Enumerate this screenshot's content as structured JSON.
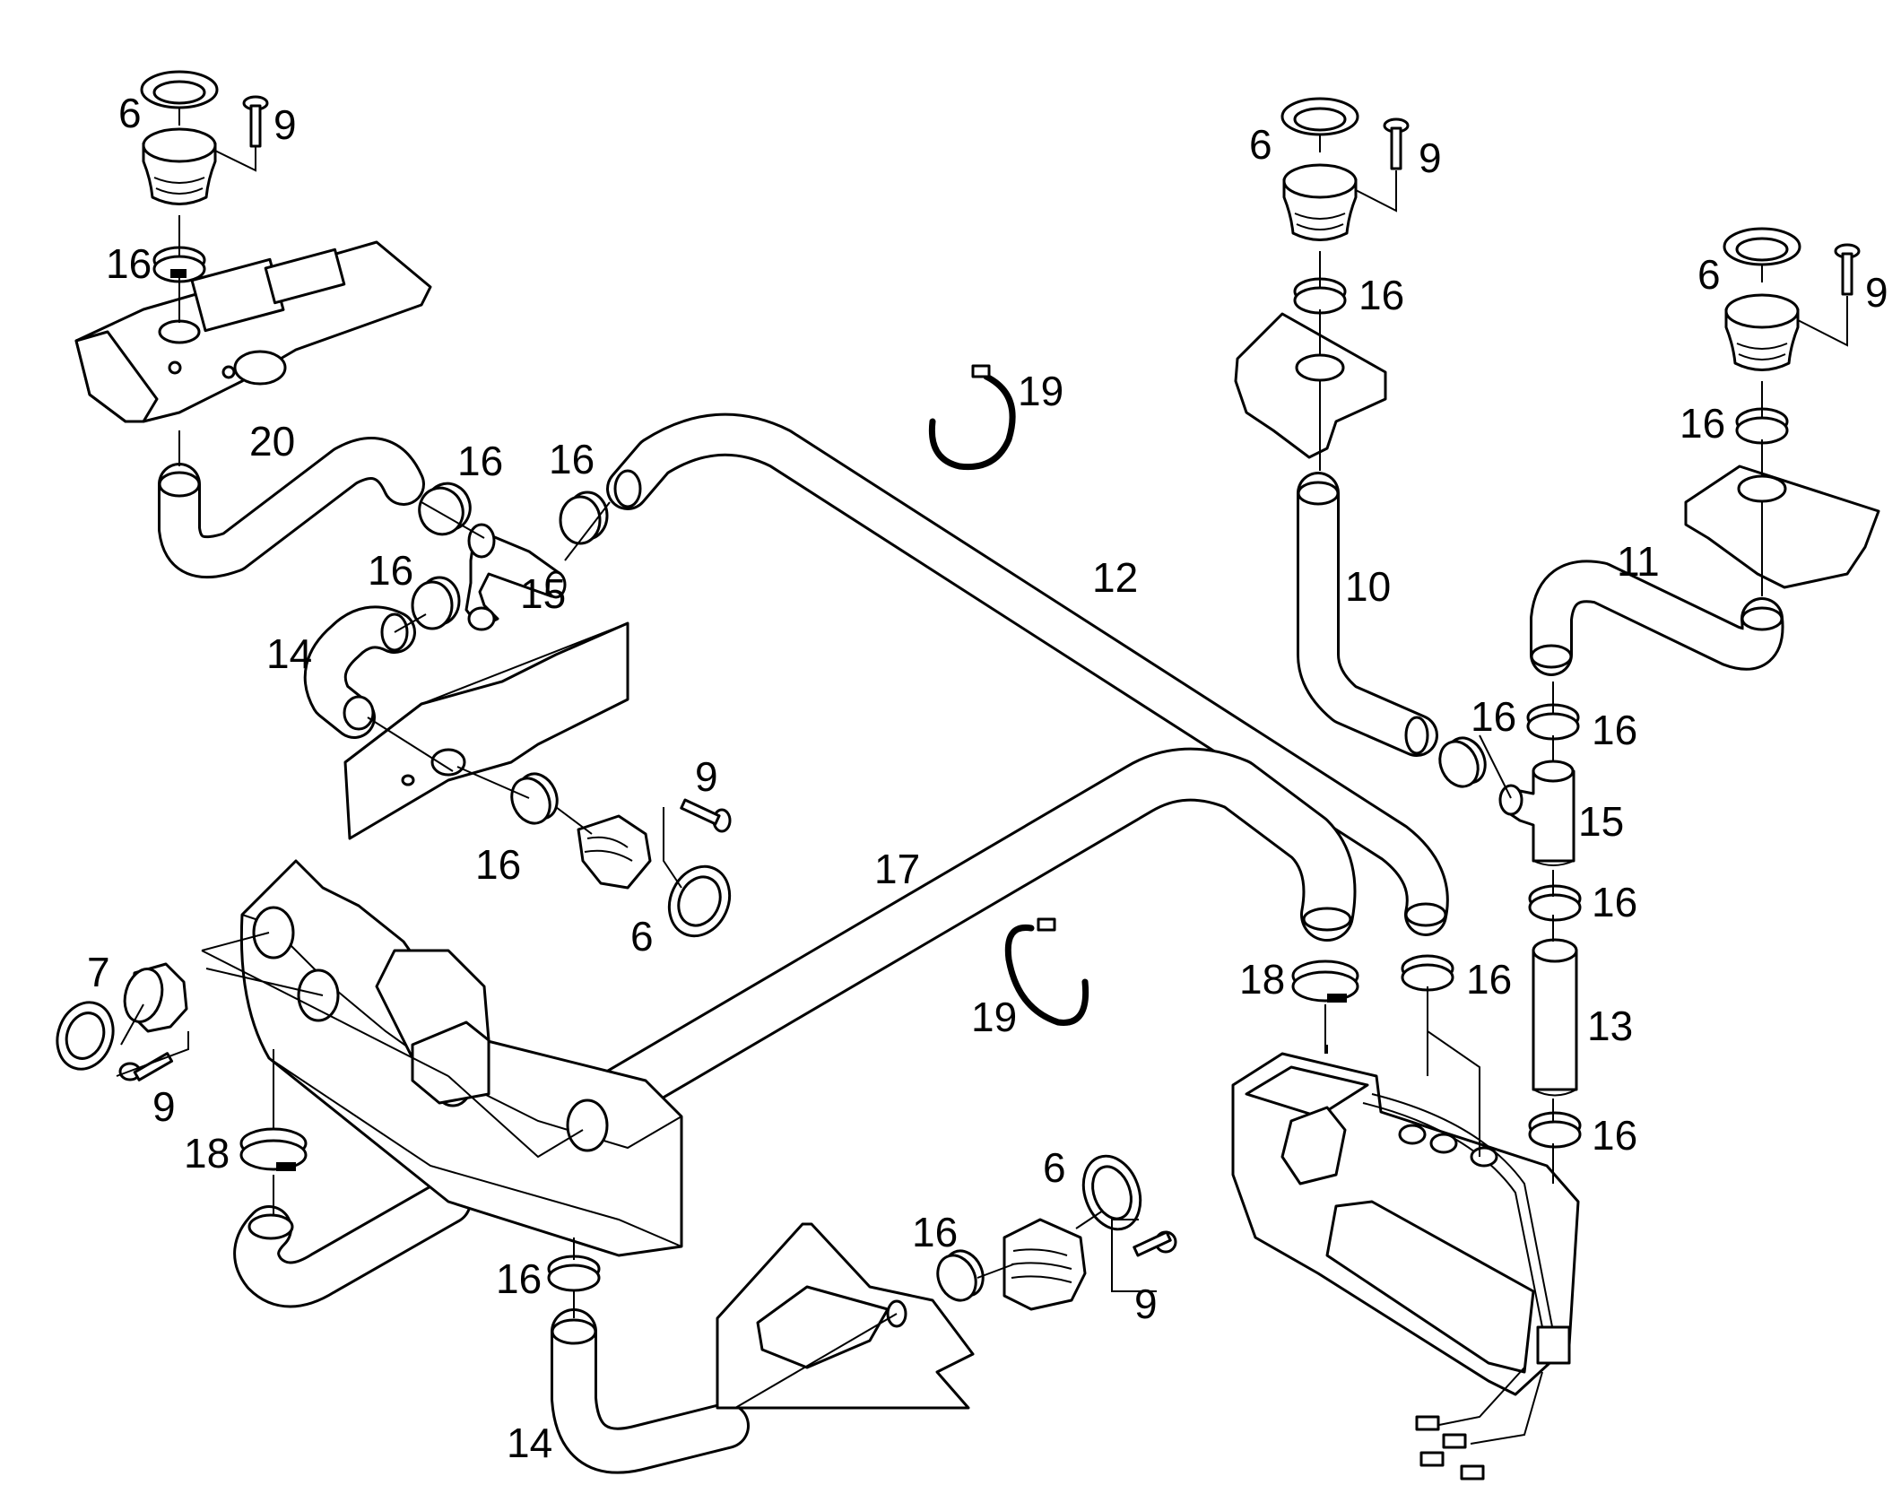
{
  "diagram": {
    "type": "exploded-parts-view",
    "callouts": [
      {
        "id": "c-6-a",
        "label": "6"
      },
      {
        "id": "c-9-a",
        "label": "9"
      },
      {
        "id": "c-16-a",
        "label": "16"
      },
      {
        "id": "c-20",
        "label": "20"
      },
      {
        "id": "c-16-b",
        "label": "16"
      },
      {
        "id": "c-16-c",
        "label": "16"
      },
      {
        "id": "c-16-d",
        "label": "16"
      },
      {
        "id": "c-15-a",
        "label": "15"
      },
      {
        "id": "c-14-a",
        "label": "14"
      },
      {
        "id": "c-19-a",
        "label": "19"
      },
      {
        "id": "c-12",
        "label": "12"
      },
      {
        "id": "c-6-b",
        "label": "6"
      },
      {
        "id": "c-9-b",
        "label": "9"
      },
      {
        "id": "c-16-e",
        "label": "16"
      },
      {
        "id": "c-10",
        "label": "10"
      },
      {
        "id": "c-6-c",
        "label": "6"
      },
      {
        "id": "c-9-c",
        "label": "9"
      },
      {
        "id": "c-16-f",
        "label": "16"
      },
      {
        "id": "c-11",
        "label": "11"
      },
      {
        "id": "c-16-g",
        "label": "16"
      },
      {
        "id": "c-16-h",
        "label": "16"
      },
      {
        "id": "c-15-b",
        "label": "15"
      },
      {
        "id": "c-16-i",
        "label": "16"
      },
      {
        "id": "c-13",
        "label": "13"
      },
      {
        "id": "c-16-j",
        "label": "16"
      },
      {
        "id": "c-16-k",
        "label": "16"
      },
      {
        "id": "c-18-a",
        "label": "18"
      },
      {
        "id": "c-19-b",
        "label": "19"
      },
      {
        "id": "c-17",
        "label": "17"
      },
      {
        "id": "c-9-d",
        "label": "9"
      },
      {
        "id": "c-16-l",
        "label": "16"
      },
      {
        "id": "c-6-d",
        "label": "6"
      },
      {
        "id": "c-7",
        "label": "7"
      },
      {
        "id": "c-9-e",
        "label": "9"
      },
      {
        "id": "c-18-b",
        "label": "18"
      },
      {
        "id": "c-16-m",
        "label": "16"
      },
      {
        "id": "c-14-b",
        "label": "14"
      },
      {
        "id": "c-16-n",
        "label": "16"
      },
      {
        "id": "c-6-e",
        "label": "6"
      },
      {
        "id": "c-9-f",
        "label": "9"
      }
    ]
  }
}
